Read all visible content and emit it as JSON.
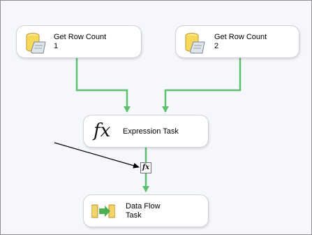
{
  "tasks": {
    "get_row_count_1": {
      "label": "Get Row Count\n1",
      "icon": "database-script-icon"
    },
    "get_row_count_2": {
      "label": "Get Row Count\n2",
      "icon": "database-script-icon"
    },
    "expression_task": {
      "label": "Expression Task",
      "icon": "fx-function-icon",
      "icon_glyph": "fx"
    },
    "data_flow_task": {
      "label": "Data Flow\nTask",
      "icon": "data-flow-icon"
    }
  },
  "constraint": {
    "icon": "fx-expression-badge-icon",
    "glyph": "fx"
  },
  "colors": {
    "success_constraint": "#5cc06f",
    "annotation_line": "#000000",
    "canvas_background": "#f5f7fb"
  }
}
